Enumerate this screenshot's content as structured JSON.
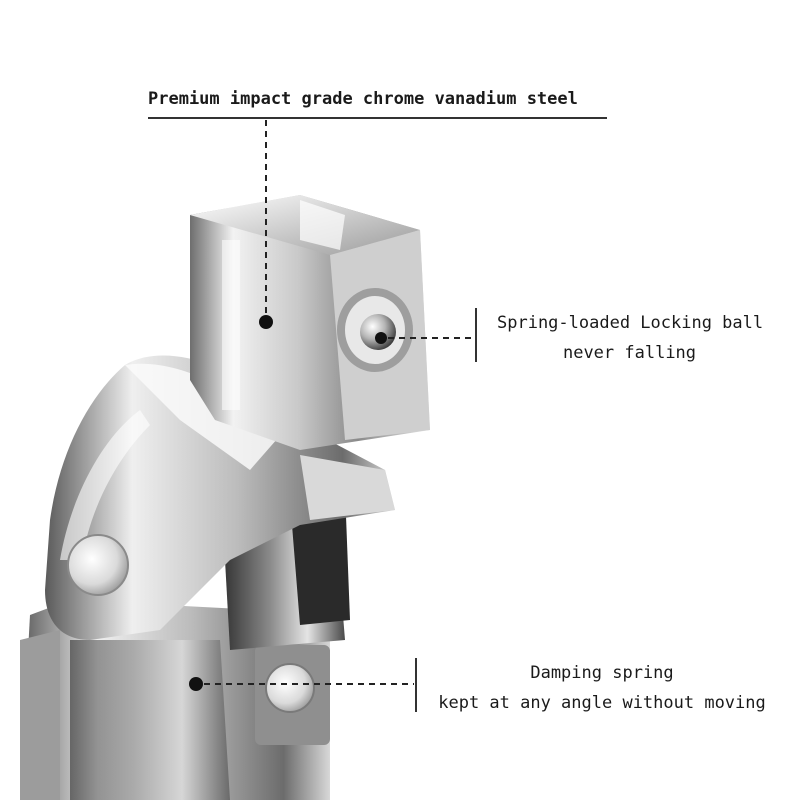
{
  "annotations": {
    "steel": {
      "text": "Premium impact grade chrome vanadium steel"
    },
    "ball": {
      "line1": "Spring-loaded Locking ball",
      "line2": "never falling"
    },
    "spring": {
      "line1": "Damping spring",
      "line2": "kept at any angle without moving"
    }
  },
  "colors": {
    "background": "#ffffff",
    "text": "#1a1a1a",
    "chrome_light": "#f4f4f4",
    "chrome_mid": "#b8b8b8",
    "chrome_dark": "#3a3a3a"
  }
}
